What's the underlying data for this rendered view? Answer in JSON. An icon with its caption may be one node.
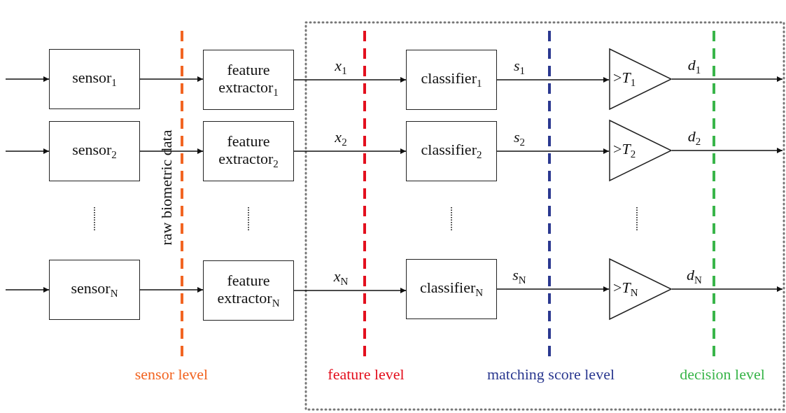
{
  "diagram": {
    "nodes": [
      {
        "text": [
          "sensor$_{1}$"
        ]
      },
      {
        "text": [
          "sensor$_{2}$"
        ]
      },
      {
        "text": [
          "sensor$_{N}$"
        ]
      },
      {
        "text": [
          "feature extractor$_{1}$"
        ]
      },
      {
        "text": [
          "feature extractor$_{2}$"
        ]
      },
      {
        "text": [
          "feature extractor$_{N}$"
        ]
      },
      {
        "text": [
          "classifier$_{1}$"
        ]
      },
      {
        "text": [
          "classifier$_{2}$"
        ]
      },
      {
        "text": [
          "classifier$_{N}$"
        ]
      },
      {
        "text": [
          ">*T*$_{1}$"
        ]
      },
      {
        "text": [
          ">*T*$_{2}$"
        ]
      },
      {
        "text": [
          ">*T*$_{N}$"
        ]
      }
    ],
    "edges": [
      {
        "from": null,
        "to": 0,
        "arrow": "to"
      },
      {
        "from": null,
        "to": 1,
        "arrow": "to"
      },
      {
        "from": null,
        "to": 2,
        "arrow": "to"
      },
      {
        "from": 0,
        "to": 3,
        "arrow": "to"
      },
      {
        "from": 1,
        "to": 4,
        "arrow": "to"
      },
      {
        "from": 2,
        "to": 5,
        "arrow": "to"
      },
      {
        "from": 3,
        "to": 6,
        "arrow": "to",
        "label": "*x*$_{1}$"
      },
      {
        "from": 4,
        "to": 7,
        "arrow": "to",
        "label": "*x*$_{2}$"
      },
      {
        "from": 5,
        "to": 8,
        "arrow": "to",
        "label": "*x*$_{N}$"
      },
      {
        "from": 6,
        "to": 9,
        "arrow": "to",
        "label": "*s*$_{1}$"
      },
      {
        "from": 7,
        "to": 10,
        "arrow": "to",
        "label": "*s*$_{2}$"
      },
      {
        "from": 8,
        "to": 11,
        "arrow": "to",
        "label": "*s*$_{N}$"
      },
      {
        "from": 9,
        "to": null,
        "arrow": "to",
        "label": "*d*$_{1}$"
      },
      {
        "from": 10,
        "to": null,
        "arrow": "to",
        "label": "*d*$_{2}$"
      },
      {
        "from": 11,
        "to": null,
        "arrow": "to",
        "label": "*d*$_{N}$"
      }
    ],
    "labels": [
      "raw biometric data",
      "sensor level",
      "feature level",
      "matching score level",
      "decision level"
    ]
  }
}
